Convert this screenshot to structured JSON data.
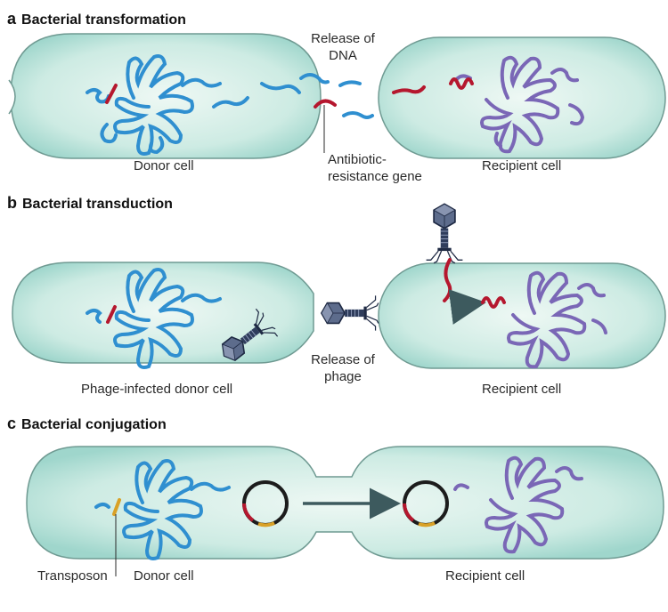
{
  "panels": [
    {
      "letter": "a",
      "title": "Bacterial transformation",
      "labels": {
        "release": [
          "Release of",
          "DNA"
        ],
        "donor": "Donor cell",
        "gene": [
          "Antibiotic-",
          "resistance gene"
        ],
        "recipient": "Recipient cell"
      }
    },
    {
      "letter": "b",
      "title": "Bacterial transduction",
      "labels": {
        "donor": "Phage-infected donor cell",
        "release": [
          "Release of",
          "phage"
        ],
        "recipient": "Recipient cell"
      }
    },
    {
      "letter": "c",
      "title": "Bacterial conjugation",
      "labels": {
        "transposon": "Transposon",
        "donor": "Donor cell",
        "recipient": "Recipient cell"
      }
    }
  ],
  "colors": {
    "cell_fill_center": "#e9f6f1",
    "cell_fill_edge": "#9fd6cc",
    "cell_stroke": "#6f9a92",
    "donor_dna": "#2f8fd0",
    "recipient_dna": "#7a67b6",
    "resistance_gene": "#b5172e",
    "transposon": "#d9a126",
    "phage": "#2f3d5c",
    "arrow": "#3d5a5e"
  }
}
